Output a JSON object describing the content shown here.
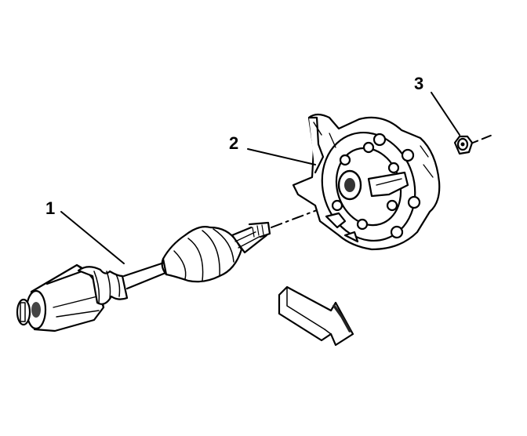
{
  "callouts": {
    "one": "1",
    "two": "2",
    "three": "3"
  },
  "parts": {
    "one_icon": "drive-axle-shaft-icon",
    "two_icon": "steering-knuckle-hub-icon",
    "three_icon": "axle-nut-icon",
    "arrow_icon": "direction-arrow-icon"
  }
}
